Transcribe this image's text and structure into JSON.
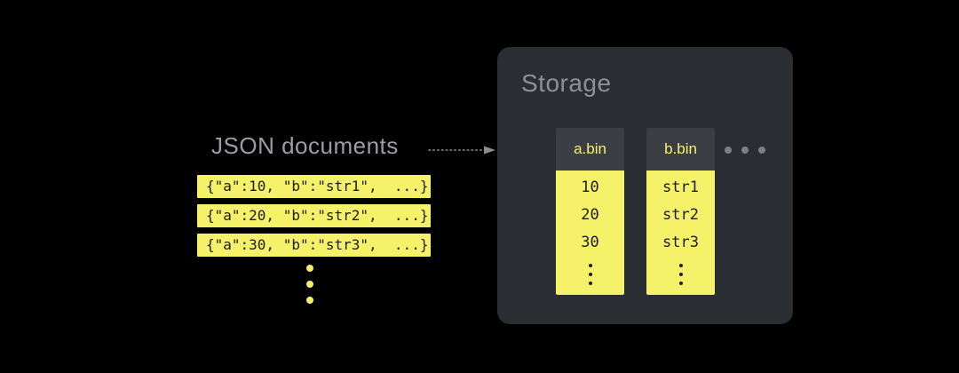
{
  "colors": {
    "background": "#000000",
    "accent_yellow": "#f5f26a",
    "panel_gray": "#2a2d31",
    "column_header_gray": "#3b3e42",
    "dark_text": "#1c1c1c",
    "label_gray": "#9b9ea3",
    "muted_gray": "#8a8d92"
  },
  "json_documents": {
    "label": "JSON documents",
    "documents": [
      "{\"a\":10, \"b\":\"str1\",  ...}",
      "{\"a\":20, \"b\":\"str2\",  ...}",
      "{\"a\":30, \"b\":\"str3\",  ...}"
    ]
  },
  "storage": {
    "title": "Storage",
    "columns": [
      {
        "file": "a.bin",
        "values": [
          "10",
          "20",
          "30"
        ]
      },
      {
        "file": "b.bin",
        "values": [
          "str1",
          "str2",
          "str3"
        ]
      }
    ]
  }
}
